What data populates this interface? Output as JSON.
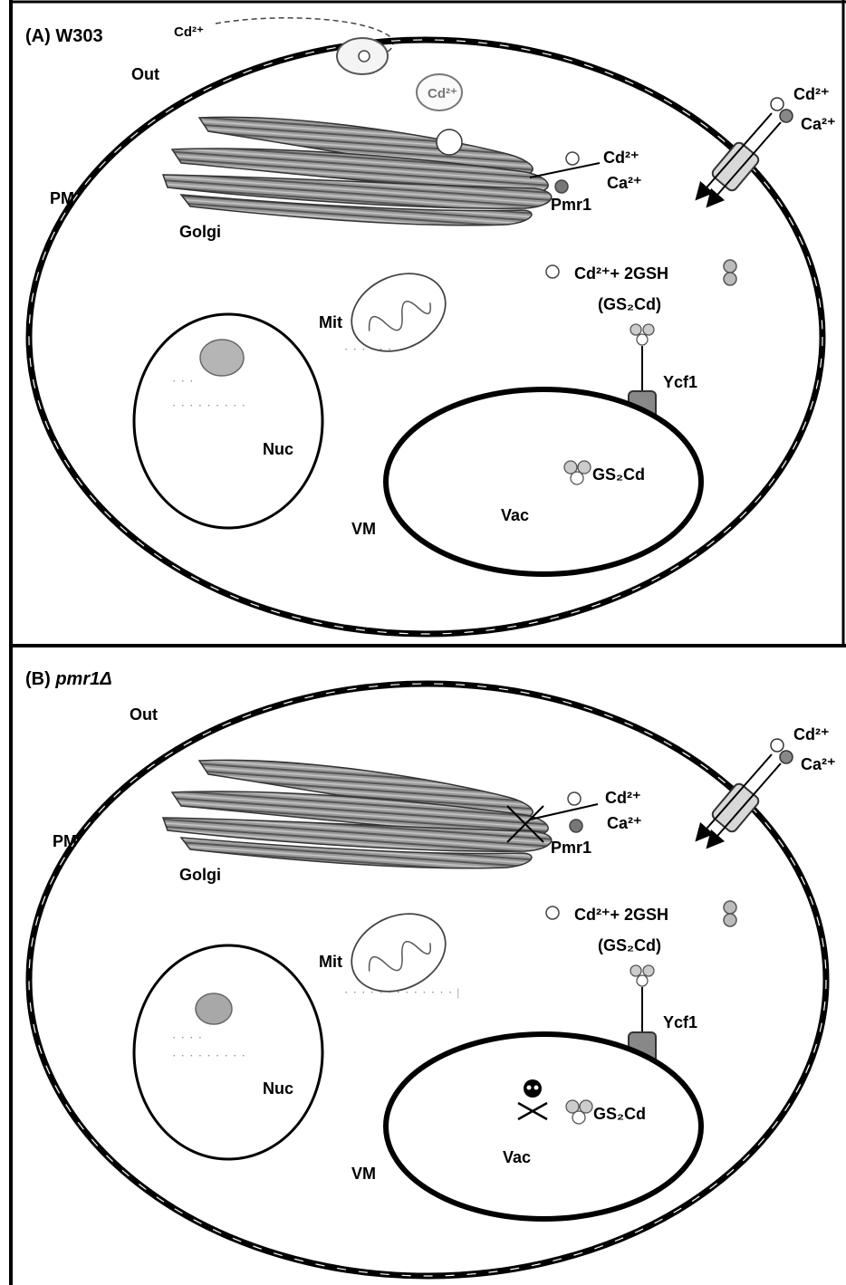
{
  "panel_a": {
    "title": "(A) W303",
    "cd_out_label": "Cd²⁺",
    "out_label": "Out",
    "vesicle_label": "Cd²⁺",
    "pm_label": "PM",
    "golgi_label": "Golgi",
    "cd_golgi_label": "Cd²⁺",
    "ca_golgi_label": "Ca²⁺",
    "pmr1_label": "Pmr1",
    "cd_channel_label": "Cd²⁺",
    "ca_channel_label": "Ca²⁺",
    "mit_label": "Mit",
    "gsh_reaction_label": "Cd²⁺+ 2GSH",
    "gs2cd_complex_label": "(GS₂Cd)",
    "ycf1_label": "Ycf1",
    "nuc_label": "Nuc",
    "gs2cd_vac_label": "GS₂Cd",
    "vm_label": "VM",
    "vac_label": "Vac"
  },
  "panel_b": {
    "title_prefix": "(B) ",
    "title_gene": "pmr1Δ",
    "out_label": "Out",
    "pm_label": "PM",
    "golgi_label": "Golgi",
    "cd_golgi_label": "Cd²⁺",
    "ca_golgi_label": "Ca²⁺",
    "pmr1_label": "Pmr1",
    "cd_channel_label": "Cd²⁺",
    "ca_channel_label": "Ca²⁺",
    "mit_label": "Mit",
    "gsh_reaction_label": "Cd²⁺+ 2GSH",
    "gs2cd_complex_label": "(GS₂Cd)",
    "ycf1_label": "Ycf1",
    "nuc_label": "Nuc",
    "gs2cd_vac_label": "GS₂Cd",
    "vm_label": "VM",
    "vac_label": "Vac"
  }
}
